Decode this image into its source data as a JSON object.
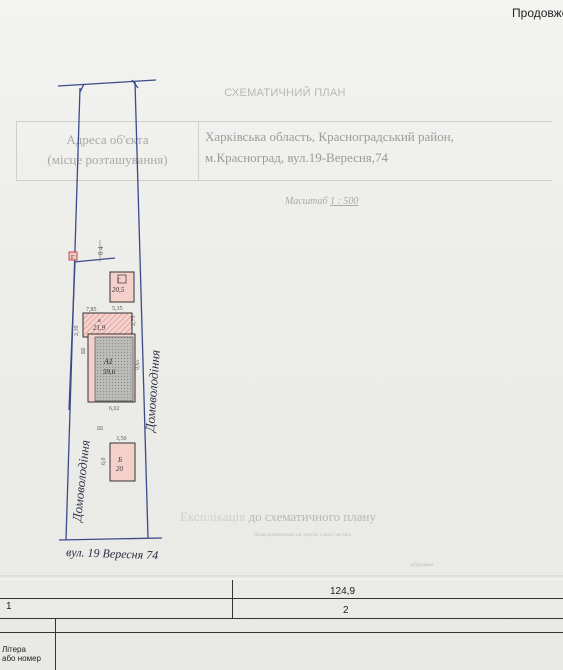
{
  "header": {
    "continued_note": "Продовжен"
  },
  "title": "СХЕМАТИЧНИЙ ПЛАН",
  "address": {
    "label_line1": "Адреса об'єкта",
    "label_line2": "(місце розташування)",
    "value_line1": "Харківська область, Красноградський район,",
    "value_line2": "м.Красноград, вул.19-Вересня,74"
  },
  "scale": {
    "label": "Масштаб",
    "value": "1 : 500"
  },
  "plan": {
    "street_label": "вул. 19 Вересня 74",
    "neighbor_label": "Домоволодіння",
    "buildings": [
      {
        "letter": "Г",
        "area": "20,5"
      },
      {
        "letter": "а",
        "area": "21,9"
      },
      {
        "letter": "А1",
        "area": "59,6"
      },
      {
        "letter": "Б",
        "area": "20"
      }
    ],
    "dims": {
      "g_w": "5,35",
      "a_w": "7,85",
      "a_h": "2,75",
      "a1_h": "9,65",
      "a1_w": "6,02",
      "b_w": "3,50",
      "b_h": "6,0",
      "left1": "2,10",
      "left2": "Ш",
      "top_marker": "Г",
      "top_dim": "0 4"
    },
    "colors": {
      "boundary": "#3c4a8a",
      "fill": "#f2c8c2",
      "hatch": "#d46e6e",
      "house_fill": "#b8b8b6",
      "ink": "#3a3c44"
    }
  },
  "appendix": {
    "bold": "Експлікація",
    "text": "до схематичного плану"
  },
  "notes": {
    "line1": "Назва приміщення, кв. метрів, з яких частина",
    "line2": "забудована"
  },
  "table": {
    "total": "124,9",
    "row_num": "1",
    "col_num": "2",
    "col_header_1": "Літера",
    "col_header_2": "або номер"
  }
}
